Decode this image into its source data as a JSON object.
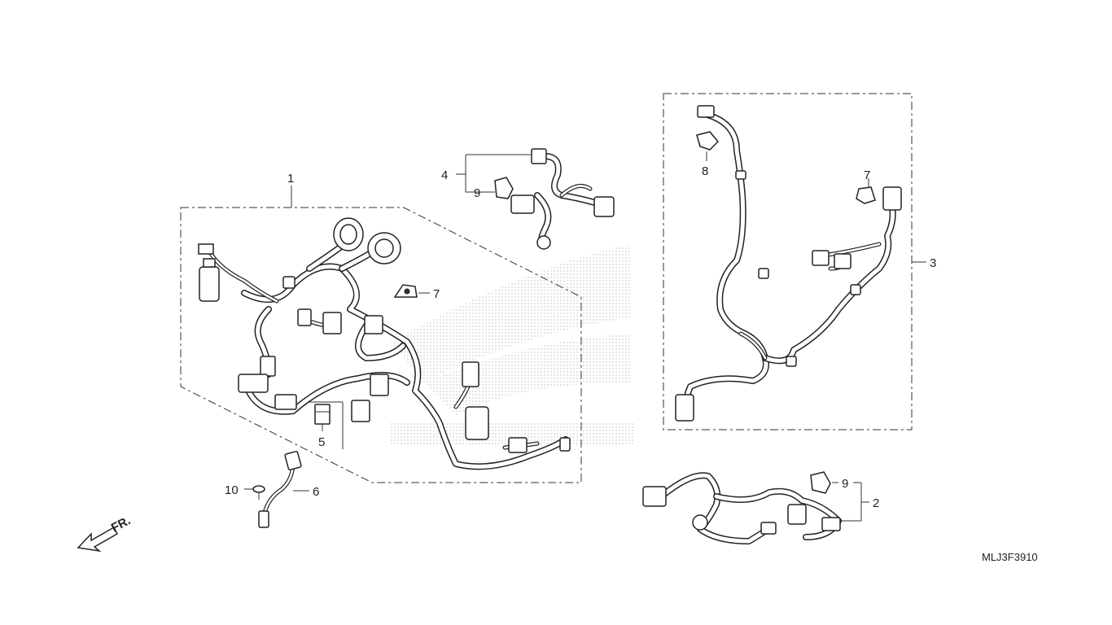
{
  "diagram": {
    "code": "MLJ3F3910",
    "direction_label": "FR.",
    "callouts": {
      "harness_main": "1",
      "sub_harness_2": "2",
      "sub_harness_3": "3",
      "sub_harness_4": "4",
      "relay": "5",
      "sensor_lead": "6",
      "clamp_7_main": "7",
      "clamp_7_sub": "7",
      "band_8": "8",
      "clip_9_upper": "9",
      "clip_9_lower": "9",
      "screw_10": "10"
    }
  }
}
